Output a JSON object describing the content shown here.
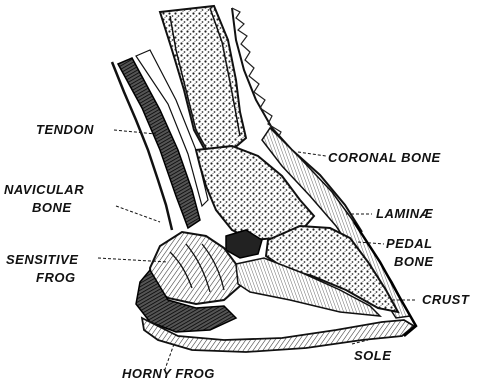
{
  "diagram": {
    "labels": {
      "tendon": "TENDON",
      "coronal_bone": "CORONAL BONE",
      "navicular_bone_line1": "NAVICULAR",
      "navicular_bone_line2": "BONE",
      "laminae": "LAMINÆ",
      "sensitive_frog_line1": "SENSITIVE",
      "sensitive_frog_line2": "FROG",
      "pedal_bone_line1": "PEDAL",
      "pedal_bone_line2": "BONE",
      "crust": "CRUST",
      "sole": "SOLE",
      "horny_frog": "HORNY FROG"
    }
  }
}
